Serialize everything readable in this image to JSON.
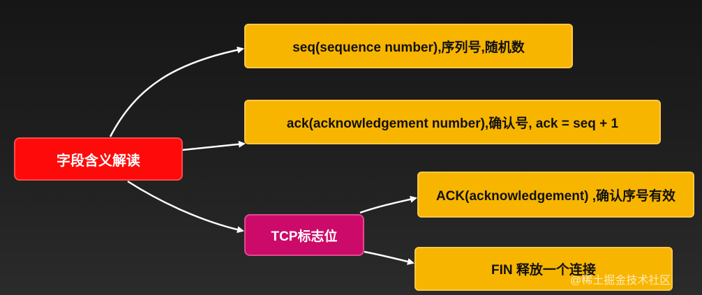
{
  "root": {
    "label": "字段含义解读"
  },
  "tcp_flags": {
    "label": "TCP标志位"
  },
  "leaves": {
    "seq": "seq(sequence number),序列号,随机数",
    "ack": "ack(acknowledgement number),确认号, ack = seq + 1",
    "ACK": "ACK(acknowledgement) ,确认序号有效",
    "fin": "FIN 释放一个连接"
  },
  "watermark": "@稀土掘金技术社区",
  "colors": {
    "root_fill": "#ff0a0a",
    "tcp_fill": "#cc0a6a",
    "leaf_fill": "#f8b500",
    "arrow": "#ffffff"
  }
}
